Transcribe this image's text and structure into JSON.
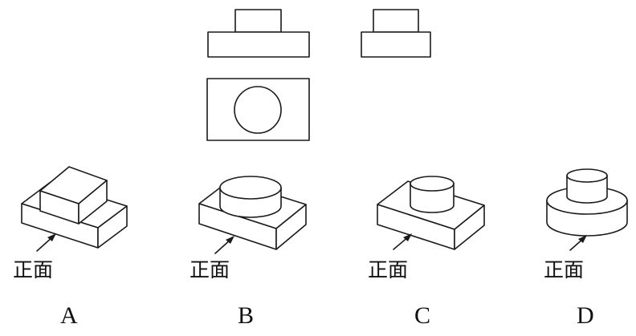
{
  "figure": {
    "views": [
      "front-view",
      "side-view",
      "top-view"
    ],
    "front_label": "正面",
    "options": [
      {
        "letter": "A",
        "shape": "box-on-box"
      },
      {
        "letter": "B",
        "shape": "cylinder-on-box"
      },
      {
        "letter": "C",
        "shape": "small-cylinder-on-box"
      },
      {
        "letter": "D",
        "shape": "cylinder-on-cylinder"
      }
    ]
  }
}
